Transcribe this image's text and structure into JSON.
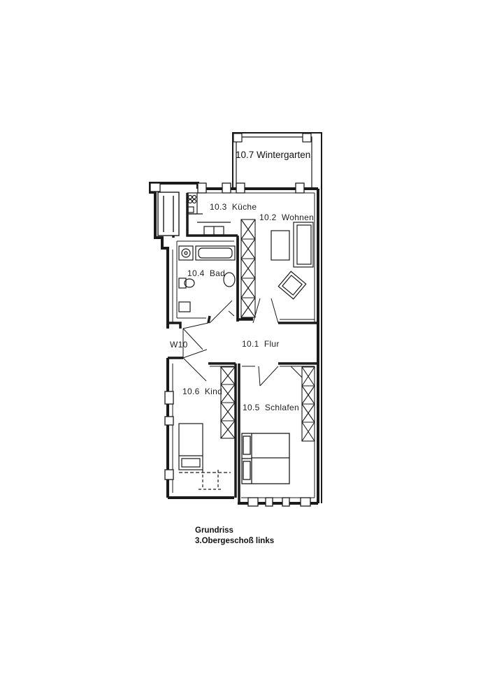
{
  "rooms": {
    "wintergarten": "10.7 Wintergarten",
    "kueche": "10.3  Küche",
    "wohnen": "10.2  Wohnen",
    "bad": "10.4  Bad",
    "flur": "10.1  Flur",
    "kind": "10.6  Kind",
    "schlafen": "10.5  Schlafen",
    "w10": "W10"
  },
  "caption": {
    "title": "Grundriss",
    "subtitle": "3.Obergeschoß links"
  }
}
